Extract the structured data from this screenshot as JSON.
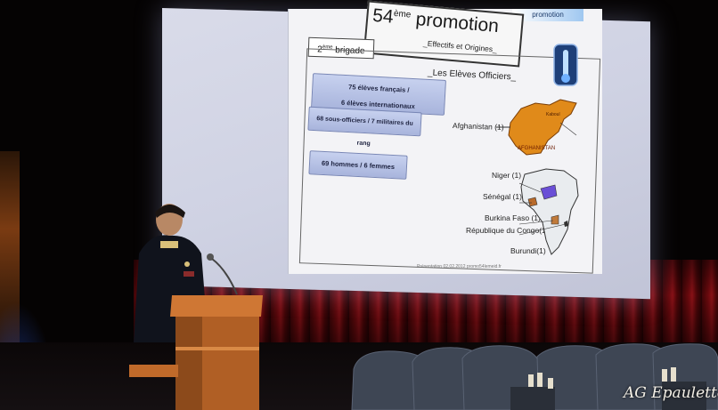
{
  "slide": {
    "banner": "promotion",
    "title_number": "54",
    "title_sup": "ème",
    "title_word": "promotion",
    "subtitle": "_Effectifs et Origines_",
    "brigade_number": "2",
    "brigade_sup": "ème",
    "brigade_word": "brigade",
    "section": "_Les Elèves Officiers_",
    "stats": [
      {
        "line1": "75 élèves français /",
        "line2": "6 élèves internationaux"
      },
      {
        "line1": "68 sous-officiers / 7 militaires du rang"
      },
      {
        "line1": "69 hommes / 6 femmes"
      }
    ],
    "countries": [
      "Afghanistan (1)",
      "Niger (1)",
      "Sénégal (1)",
      "Burkina Faso (1)",
      "République du Congo(1)",
      "Burundi(1)"
    ],
    "map_label_main": "AFGHANISTAN",
    "map_label_city": "Kaboul",
    "footer": "Présentation 02.02.2012 promo54lemeid.fr"
  },
  "watermark": "AG Epaulette",
  "colors": {
    "curtain": "#8a0d12",
    "screen": "#d3d6e6",
    "stat_box": "#b5c0e6",
    "map_orange": "#e08a1a",
    "lectern": "#c06a2a"
  }
}
